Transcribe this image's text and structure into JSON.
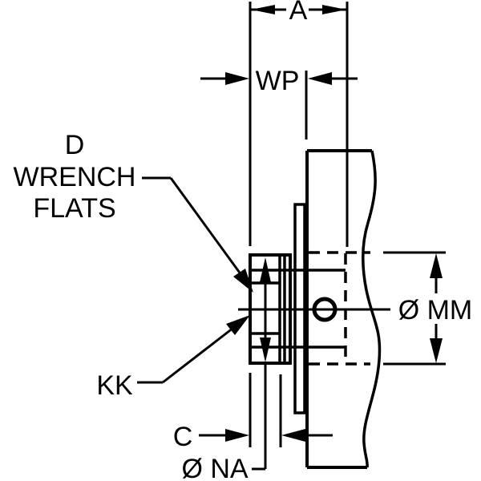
{
  "drawing": {
    "kind": "fitting installation dimension drawing",
    "colors": {
      "ink": "#000000",
      "background": "#ffffff"
    },
    "labels": {
      "a": "A",
      "wp": "WP",
      "d": "D",
      "wrench": "WRENCH",
      "flats": "FLATS",
      "kk": "KK",
      "c": "C",
      "na": "Ø NA",
      "mm": "Ø MM"
    }
  }
}
